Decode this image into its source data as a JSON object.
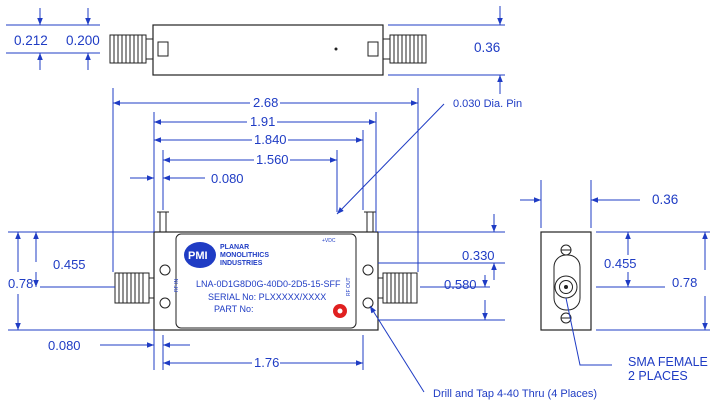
{
  "dimensions": {
    "top_0212": "0.212",
    "top_0200": "0.200",
    "top_036": "0.36",
    "w_268": "2.68",
    "w_191": "1.91",
    "w_1840": "1.840",
    "w_1560": "1.560",
    "w_0080_top": "0.080",
    "h_0455_left": "0.455",
    "h_078_left": "0.78",
    "w_0080_bottom": "0.080",
    "w_176": "1.76",
    "h_0330": "0.330",
    "h_0580": "0.580",
    "side_036": "0.36",
    "side_0455": "0.455",
    "side_078": "0.78"
  },
  "notes": {
    "pin": "0.030 Dia. Pin",
    "drill": "Drill and Tap 4-40 Thru (4 Places)",
    "sma_line1": "SMA FEMALE",
    "sma_line2": "2 PLACES"
  },
  "label": {
    "brand1": "PLANAR",
    "brand2": "MONOLITHICS",
    "brand3": "INDUSTRIES",
    "logo": "PMI",
    "vdc": "+VDC",
    "model": "LNA-0D1G8D0G-40D0-2D5-15-SFF",
    "serial": "SERIAL No: PLXXXXX/XXXX",
    "part": "PART No:",
    "rf_in": "RF IN",
    "rf_out": "RF OUT"
  }
}
